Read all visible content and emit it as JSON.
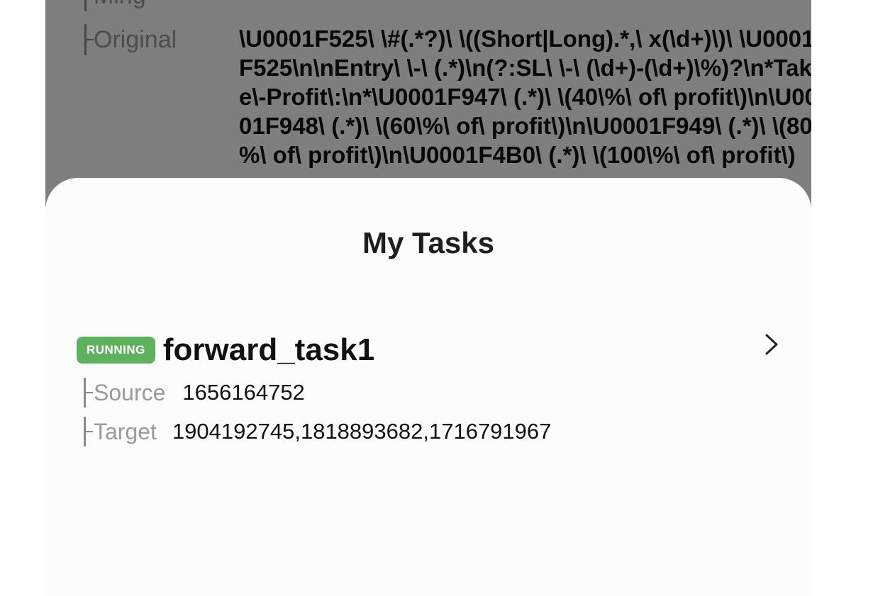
{
  "background": {
    "previous_row_label": "Ming",
    "original_label": "Original",
    "original_value": "\\U0001F525\\ \\#(.*?)\\ \\((Short|Long).*,\\ x(\\d+)\\)\\ \\U0001F525\\n\\nEntry\\ \\-\\ (.*)\\n(?:SL\\ \\-\\ (\\d+)-(\\d+)\\%)?\\n*Take\\-Profit\\:\\n*\\U0001F947\\ (.*)\\ \\(40\\%\\ of\\ profit\\)\\n\\U0001F948\\ (.*)\\ \\(60\\%\\ of\\ profit\\)\\n\\U0001F949\\ (.*)\\ \\(80\\%\\ of\\ profit\\)\\n\\U0001F4B0\\ (.*)\\ \\(100\\%\\ of\\ profit\\)"
  },
  "sheet": {
    "title": "My Tasks",
    "tasks": [
      {
        "status": "RUNNING",
        "status_color": "#5fb15f",
        "name": "forward_task1",
        "source_label": "Source",
        "source_value": "1656164752",
        "target_label": "Target",
        "target_value": "1904192745,1818893682,1716791967",
        "open_icon": "chevron-right-icon"
      }
    ]
  }
}
